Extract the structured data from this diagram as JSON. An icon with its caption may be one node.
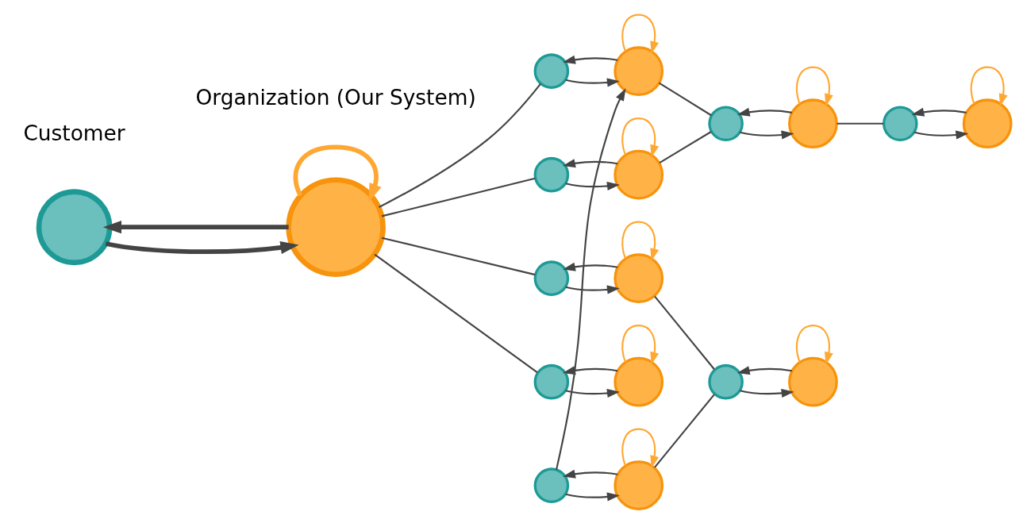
{
  "diagram": {
    "nodes": [
      {
        "text": [],
        "shape": "circle"
      },
      {
        "text": [],
        "shape": "circle"
      },
      {
        "text": [],
        "shape": "circle"
      },
      {
        "text": [],
        "shape": "circle"
      },
      {
        "text": [],
        "shape": "circle"
      },
      {
        "text": [],
        "shape": "circle"
      },
      {
        "text": [],
        "shape": "circle"
      },
      {
        "text": [],
        "shape": "circle"
      },
      {
        "text": [],
        "shape": "circle"
      },
      {
        "text": [],
        "shape": "circle"
      },
      {
        "text": [],
        "shape": "circle"
      },
      {
        "text": [],
        "shape": "circle"
      },
      {
        "text": [],
        "shape": "circle"
      },
      {
        "text": [],
        "shape": "circle"
      },
      {
        "text": [],
        "shape": "circle"
      },
      {
        "text": [],
        "shape": "circle"
      },
      {
        "text": [],
        "shape": "circle"
      },
      {
        "text": [],
        "shape": "circle"
      }
    ],
    "edges": [
      {
        "from": 1,
        "to": 0,
        "arrow": "to",
        "style": "thick"
      },
      {
        "from": 0,
        "to": 1,
        "arrow": "to",
        "style": "thick"
      },
      {
        "from": 1,
        "to": 1,
        "arrow": "to",
        "style": "thick",
        "color": "#ffa733"
      },
      {
        "from": 1,
        "to": 2,
        "arrow": "none"
      },
      {
        "from": 1,
        "to": 4,
        "arrow": "none"
      },
      {
        "from": 1,
        "to": 6,
        "arrow": "none"
      },
      {
        "from": 1,
        "to": 8,
        "arrow": "none"
      },
      {
        "from": 3,
        "to": 2,
        "arrow": "to"
      },
      {
        "from": 2,
        "to": 3,
        "arrow": "to"
      },
      {
        "from": 3,
        "to": 3,
        "arrow": "to",
        "color": "#ffa733"
      },
      {
        "from": 5,
        "to": 4,
        "arrow": "to"
      },
      {
        "from": 4,
        "to": 5,
        "arrow": "to"
      },
      {
        "from": 5,
        "to": 5,
        "arrow": "to",
        "color": "#ffa733"
      },
      {
        "from": 7,
        "to": 6,
        "arrow": "to"
      },
      {
        "from": 6,
        "to": 7,
        "arrow": "to"
      },
      {
        "from": 7,
        "to": 7,
        "arrow": "to",
        "color": "#ffa733"
      },
      {
        "from": 9,
        "to": 8,
        "arrow": "to"
      },
      {
        "from": 8,
        "to": 9,
        "arrow": "to"
      },
      {
        "from": 9,
        "to": 9,
        "arrow": "to",
        "color": "#ffa733"
      },
      {
        "from": 11,
        "to": 10,
        "arrow": "to"
      },
      {
        "from": 10,
        "to": 11,
        "arrow": "to"
      },
      {
        "from": 11,
        "to": 11,
        "arrow": "to",
        "color": "#ffa733"
      },
      {
        "from": 13,
        "to": 12,
        "arrow": "to"
      },
      {
        "from": 12,
        "to": 13,
        "arrow": "to"
      },
      {
        "from": 13,
        "to": 13,
        "arrow": "to",
        "color": "#ffa733"
      },
      {
        "from": 15,
        "to": 14,
        "arrow": "to"
      },
      {
        "from": 14,
        "to": 15,
        "arrow": "to"
      },
      {
        "from": 15,
        "to": 15,
        "arrow": "to",
        "color": "#ffa733"
      },
      {
        "from": 17,
        "to": 16,
        "arrow": "to"
      },
      {
        "from": 16,
        "to": 17,
        "arrow": "to"
      },
      {
        "from": 17,
        "to": 17,
        "arrow": "to",
        "color": "#ffa733"
      },
      {
        "from": 3,
        "to": 14,
        "arrow": "none"
      },
      {
        "from": 10,
        "to": 5,
        "arrow": "to"
      },
      {
        "from": 5,
        "to": 12,
        "arrow": "none"
      },
      {
        "from": 9,
        "to": 12,
        "arrow": "none"
      },
      {
        "from": 11,
        "to": 14,
        "arrow": "none"
      },
      {
        "from": 13,
        "to": 16,
        "arrow": "none"
      }
    ],
    "labels": [
      "Customer",
      "Organization (Our System)"
    ]
  }
}
